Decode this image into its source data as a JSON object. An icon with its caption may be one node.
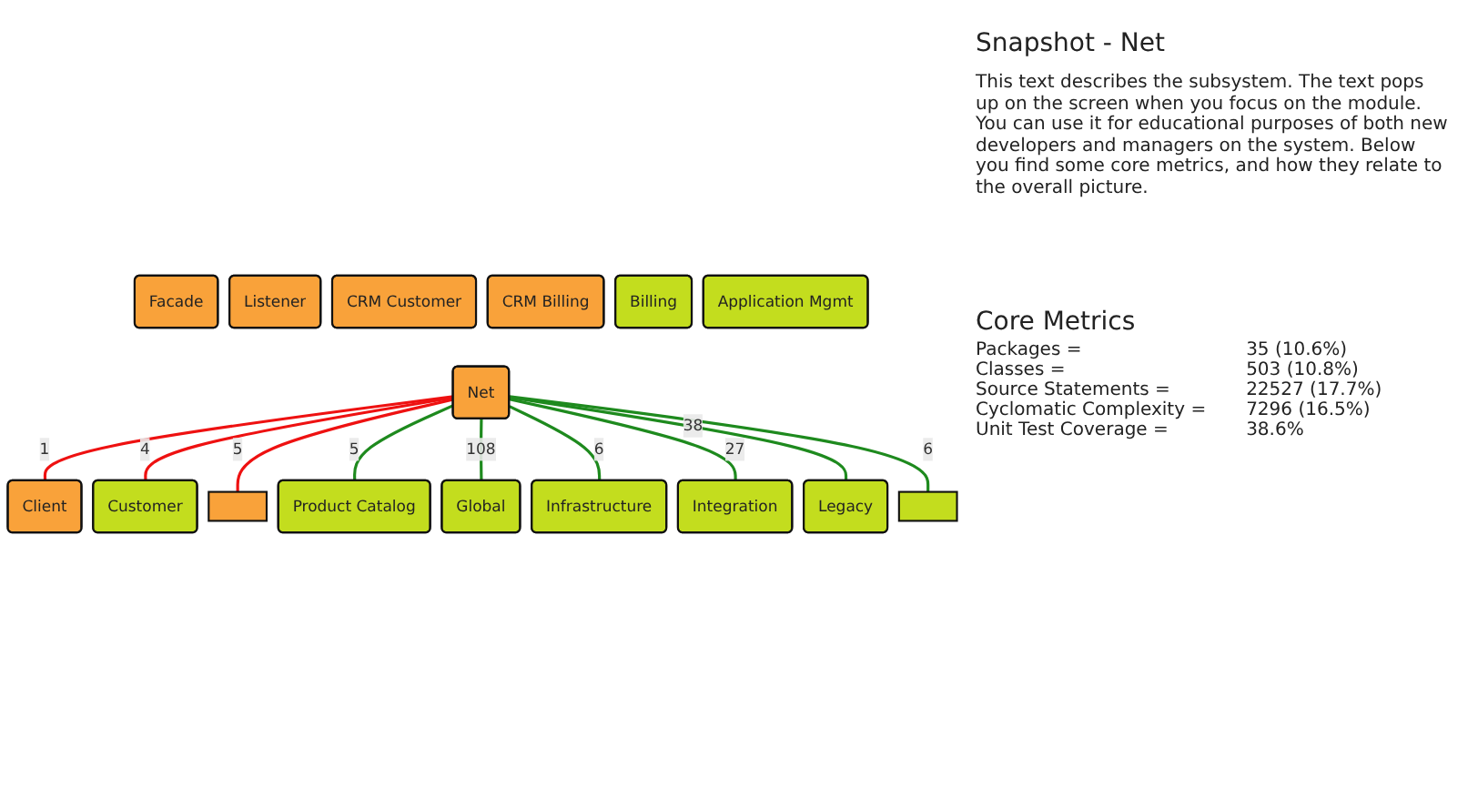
{
  "diagram": {
    "title": "Snapshot - Net",
    "nodes": [
      {
        "text": [
          "Client"
        ]
      },
      {
        "text": [
          "Facade"
        ]
      },
      {
        "text": [
          "Listener"
        ]
      },
      {
        "text": [
          "CRM Customer"
        ]
      },
      {
        "text": [
          "CRM Billing"
        ]
      },
      {
        "text": [
          "Customer"
        ]
      },
      {
        "text": [
          "Billing"
        ]
      },
      {
        "text": [],
        "shape": "box"
      },
      {
        "text": [
          "Net"
        ]
      },
      {
        "text": [
          "Product Catalog"
        ]
      },
      {
        "text": [
          "Global"
        ]
      },
      {
        "text": [
          "Application Mgmt"
        ]
      },
      {
        "text": [
          "Infrastructure"
        ]
      },
      {
        "text": [
          "Integration"
        ]
      },
      {
        "text": [
          "Legacy"
        ]
      },
      {
        "text": [],
        "shape": "box"
      }
    ],
    "edges": [
      {
        "from": 8,
        "to": 0,
        "arrow": "none",
        "label": "1",
        "color": "#ee1111"
      },
      {
        "from": 8,
        "to": 5,
        "arrow": "none",
        "label": "4",
        "color": "#ee1111"
      },
      {
        "from": 8,
        "to": 7,
        "arrow": "none",
        "label": "5",
        "color": "#ee1111"
      },
      {
        "from": 8,
        "to": 9,
        "arrow": "none",
        "label": "5"
      },
      {
        "from": 8,
        "to": 10,
        "arrow": "none",
        "label": "108"
      },
      {
        "from": 8,
        "to": 12,
        "arrow": "none",
        "label": "6"
      },
      {
        "from": 8,
        "to": 13,
        "arrow": "none",
        "label": "27"
      },
      {
        "from": 8,
        "to": 14,
        "arrow": "none",
        "label": "38"
      },
      {
        "from": 8,
        "to": 15,
        "arrow": "none",
        "label": "6"
      }
    ],
    "labels": [
      "This text describes the subsystem. The text pops up on the screen when you focus on the module. You can use it for educational purposes of both new developers and managers on the system. Below you find some core metrics, and how they relate to the overall picture.",
      "Core Metrics",
      "Packages =",
      "35 (10.6%)",
      "Classes =",
      "503 (10.8%)",
      "Source Statements =",
      "22527 (17.7%)",
      "Cyclomatic Complexity =",
      "7296 (16.5%)",
      "Unit Test Coverage =",
      "38.6%"
    ]
  }
}
